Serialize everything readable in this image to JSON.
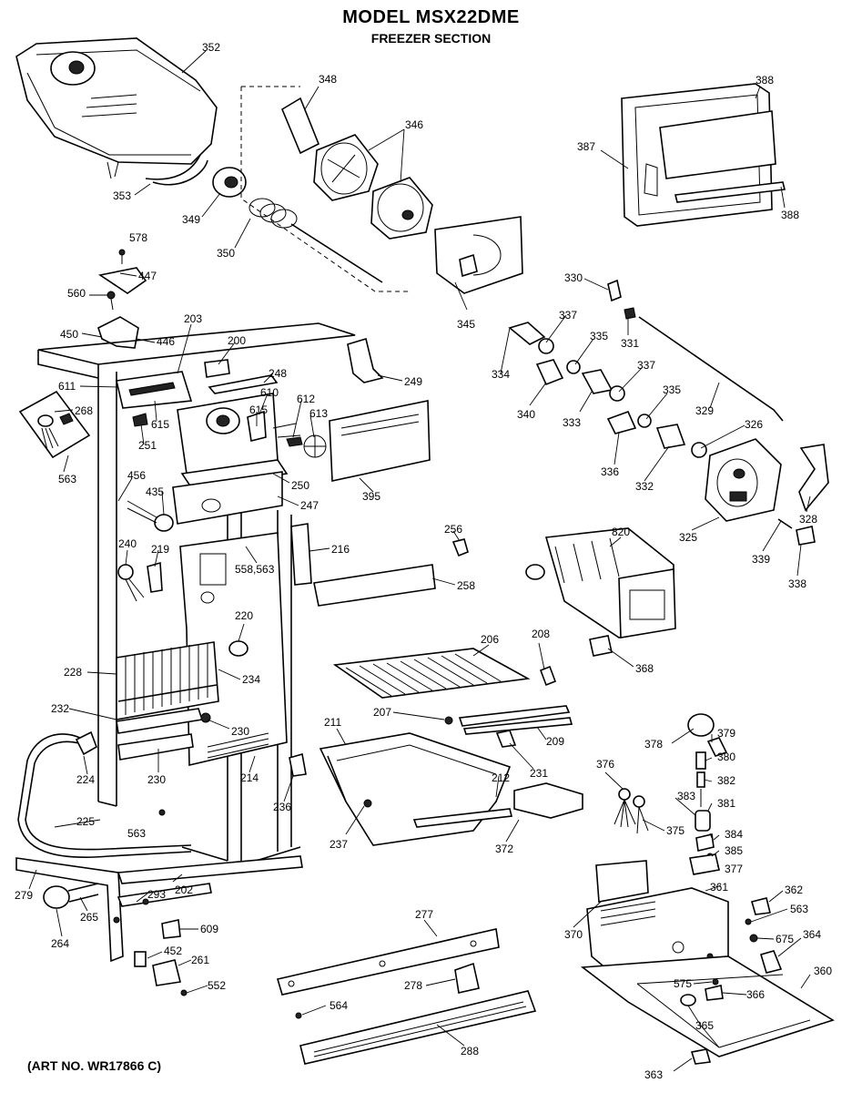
{
  "title": "MODEL MSX22DME",
  "subtitle": "FREEZER SECTION",
  "art_number": "(ART NO. WR17866 C)",
  "part_labels": [
    "352",
    "348",
    "346",
    "388",
    "387",
    "388",
    "353",
    "349",
    "350",
    "578",
    "447",
    "560",
    "345",
    "330",
    "331",
    "337",
    "450",
    "446",
    "203",
    "200",
    "248",
    "334",
    "335",
    "611",
    "249",
    "337",
    "340",
    "333",
    "329",
    "335",
    "326",
    "268",
    "615",
    "251",
    "610",
    "615",
    "612",
    "613",
    "563",
    "336",
    "332",
    "456",
    "250",
    "247",
    "395",
    "435",
    "325",
    "328",
    "339",
    "338",
    "256",
    "820",
    "216",
    "240",
    "219",
    "558,563",
    "258",
    "220",
    "228",
    "234",
    "206",
    "208",
    "368",
    "232",
    "207",
    "230",
    "211",
    "209",
    "231",
    "224",
    "212",
    "214",
    "236",
    "230",
    "376",
    "378",
    "379",
    "380",
    "382",
    "225",
    "237",
    "381",
    "563",
    "375",
    "383",
    "372",
    "384",
    "385",
    "377",
    "279",
    "293",
    "202",
    "361",
    "362",
    "563",
    "265",
    "264",
    "609",
    "277",
    "370",
    "675",
    "364",
    "360",
    "452",
    "261",
    "278",
    "575",
    "366",
    "552",
    "564",
    "365",
    "288",
    "363"
  ]
}
